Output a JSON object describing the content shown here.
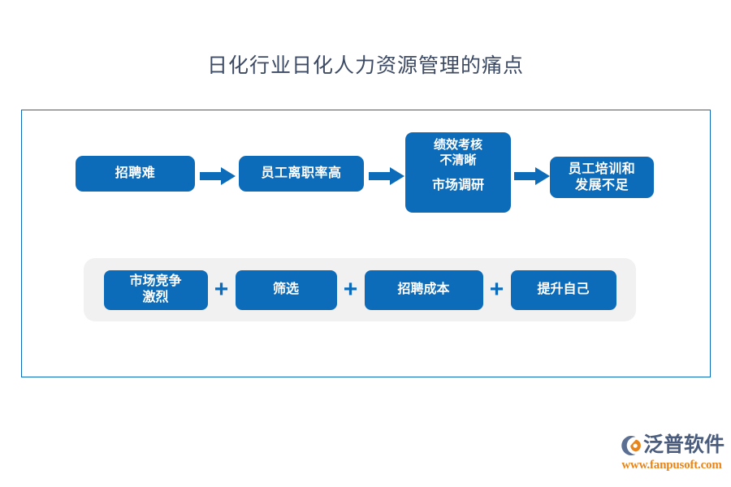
{
  "page": {
    "title": "日化行业日化人力资源管理的痛点"
  },
  "colors": {
    "brand_blue": "#0d6cb9",
    "title_text": "#3d4a63",
    "panel_grey": "#f1f1f1",
    "logo_word": "#4a5d7e",
    "logo_url": "#e8851a"
  },
  "diagram": {
    "flow": {
      "nodes": [
        {
          "id": "node-0",
          "label": "招聘难"
        },
        {
          "id": "node-1",
          "label": "员工离职率高"
        },
        {
          "id": "node-2",
          "label_top": "绩效考核\n不清晰",
          "label_bottom": "市场调研"
        },
        {
          "id": "node-3",
          "label": "员工培训和\n发展不足"
        }
      ],
      "arrows": [
        {
          "id": "arrow-0",
          "from": "node-0",
          "to": "node-1",
          "glyph": "right-arrow"
        },
        {
          "id": "arrow-1",
          "from": "node-1",
          "to": "node-2",
          "glyph": "right-arrow"
        },
        {
          "id": "arrow-2",
          "from": "node-2",
          "to": "node-3",
          "glyph": "right-arrow"
        }
      ]
    },
    "factor_panel": {
      "separator": "+",
      "chips": [
        {
          "id": "chip-0",
          "label": "市场竞争\n激烈"
        },
        {
          "id": "chip-1",
          "label": "筛选"
        },
        {
          "id": "chip-2",
          "label": "招聘成本"
        },
        {
          "id": "chip-3",
          "label": "提升自己"
        }
      ]
    }
  },
  "logo": {
    "mark_icon": "fanpu-swoosh-icon",
    "word": "泛普软件",
    "url": "www.fanpusoft.com"
  }
}
